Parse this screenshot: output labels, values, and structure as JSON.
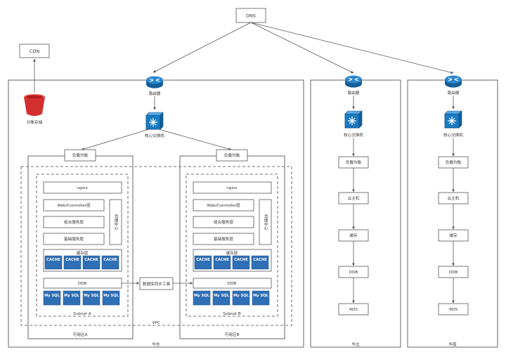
{
  "dns": "DNS",
  "cdn": "CDN",
  "object_storage": "对象存储",
  "colors": {
    "router": "#1b6fb3",
    "switch": "#1a7ac2",
    "cache": "#2f6fb5",
    "bucket": "#e53935"
  },
  "east": {
    "region": "华东",
    "router": "路由器",
    "switch": "核心交换机",
    "vpc": "VPC",
    "sync_tool": "数据库同步工具",
    "zones": [
      {
        "label": "可用区A",
        "lb": "负载均衡",
        "subnet": "Subnet A",
        "nginx": "nginx",
        "web": "Web/Controller层",
        "combo": "组合服务层",
        "base": "基础服务层",
        "governance": "治理中心",
        "cache_layer": "缓存层",
        "cache_tiles": [
          "CACHE",
          "CACHE",
          "CACHE",
          "CACHE"
        ],
        "ddb": "DDB",
        "mysql_tiles": [
          "My SQL",
          "My SQL",
          "My SQL",
          "My SQL"
        ]
      },
      {
        "label": "可用区B",
        "lb": "负载均衡",
        "subnet": "Subnet B",
        "nginx": "nginx",
        "web": "Web/Controller层",
        "combo": "组合服务层",
        "base": "基础服务层",
        "governance": "治理中心",
        "cache_layer": "缓存层",
        "cache_tiles": [
          "CACHE",
          "CACHE",
          "CACHE",
          "CACHE"
        ],
        "ddb": "DDB",
        "mysql_tiles": [
          "My SQL",
          "My SQL",
          "My SQL",
          "My SQL"
        ]
      }
    ]
  },
  "north": {
    "region": "华北",
    "router": "路由器",
    "switch": "核心交换机",
    "chain": [
      "负载均衡",
      "云主机",
      "缓存",
      "DDB",
      "RDS"
    ]
  },
  "south": {
    "region": "华南",
    "router": "路由器",
    "switch": "核心交换机",
    "chain": [
      "负载均衡",
      "云主机",
      "缓存",
      "DDB",
      "RDS"
    ]
  }
}
